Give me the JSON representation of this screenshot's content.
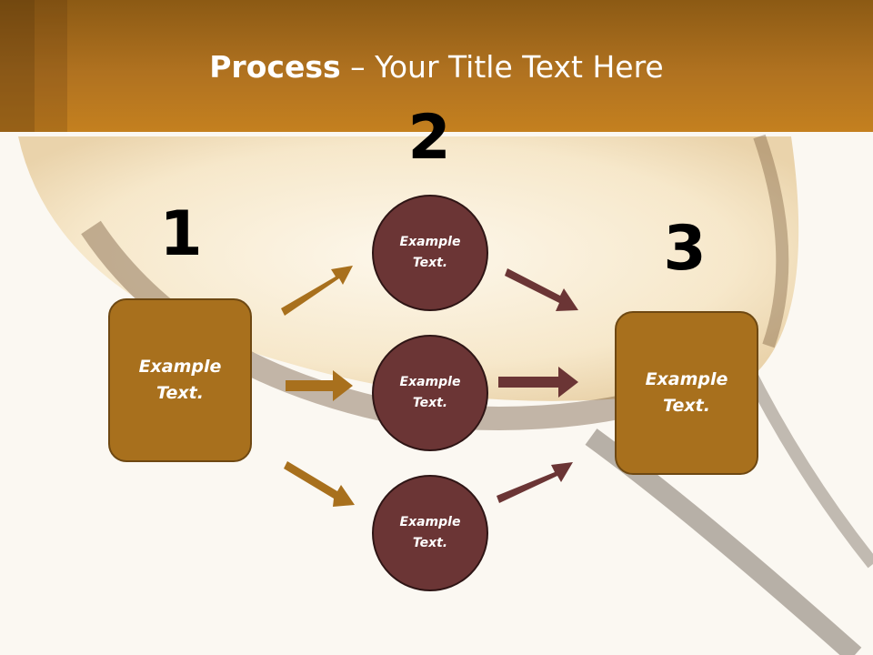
{
  "slide": {
    "title_bold": "Process",
    "title_rest": " – Your Title Text Here"
  },
  "steps": {
    "one": {
      "number": "1",
      "text": "Example\nText."
    },
    "two": {
      "number": "2",
      "top": "Example\nText.",
      "middle": "Example\nText.",
      "bottom": "Example\nText."
    },
    "three": {
      "number": "3",
      "text": "Example\nText."
    }
  },
  "colors": {
    "header": "#b07220",
    "box_fill": "#a8701d",
    "circle_fill": "#6b3535",
    "arrow_left": "#a8701d",
    "arrow_right": "#6b3535"
  }
}
